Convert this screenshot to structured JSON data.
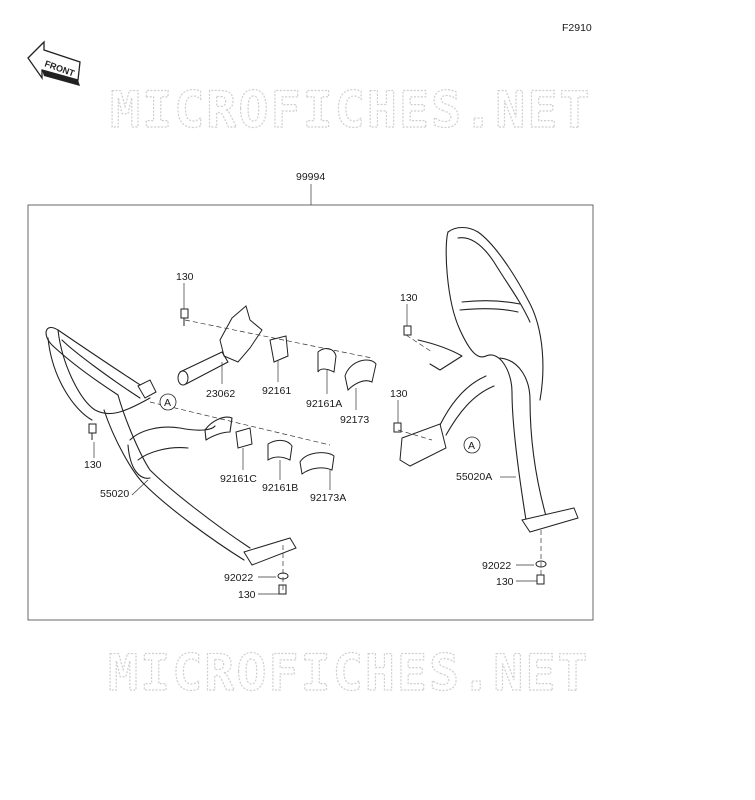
{
  "diagram_code": "F2910",
  "front_arrow_label": "FRONT",
  "watermark_text": "MICROFICHES.NET",
  "assembly_number": "99994",
  "reference_marker": "A",
  "parts": {
    "bolt_top_left": "130",
    "bolt_left": "130",
    "bolt_bottom_left": "130",
    "bolt_right_upper": "130",
    "bolt_right_middle": "130",
    "bolt_bottom_right": "130",
    "damper": "23062",
    "cushion_a": "92161",
    "cushion_b": "92161A",
    "clamp_a": "92173",
    "cushion_c": "92161C",
    "cushion_d": "92161B",
    "clamp_b": "92173A",
    "guard_left": "55020",
    "guard_right": "55020A",
    "washer_left": "92022",
    "washer_right": "92022"
  }
}
